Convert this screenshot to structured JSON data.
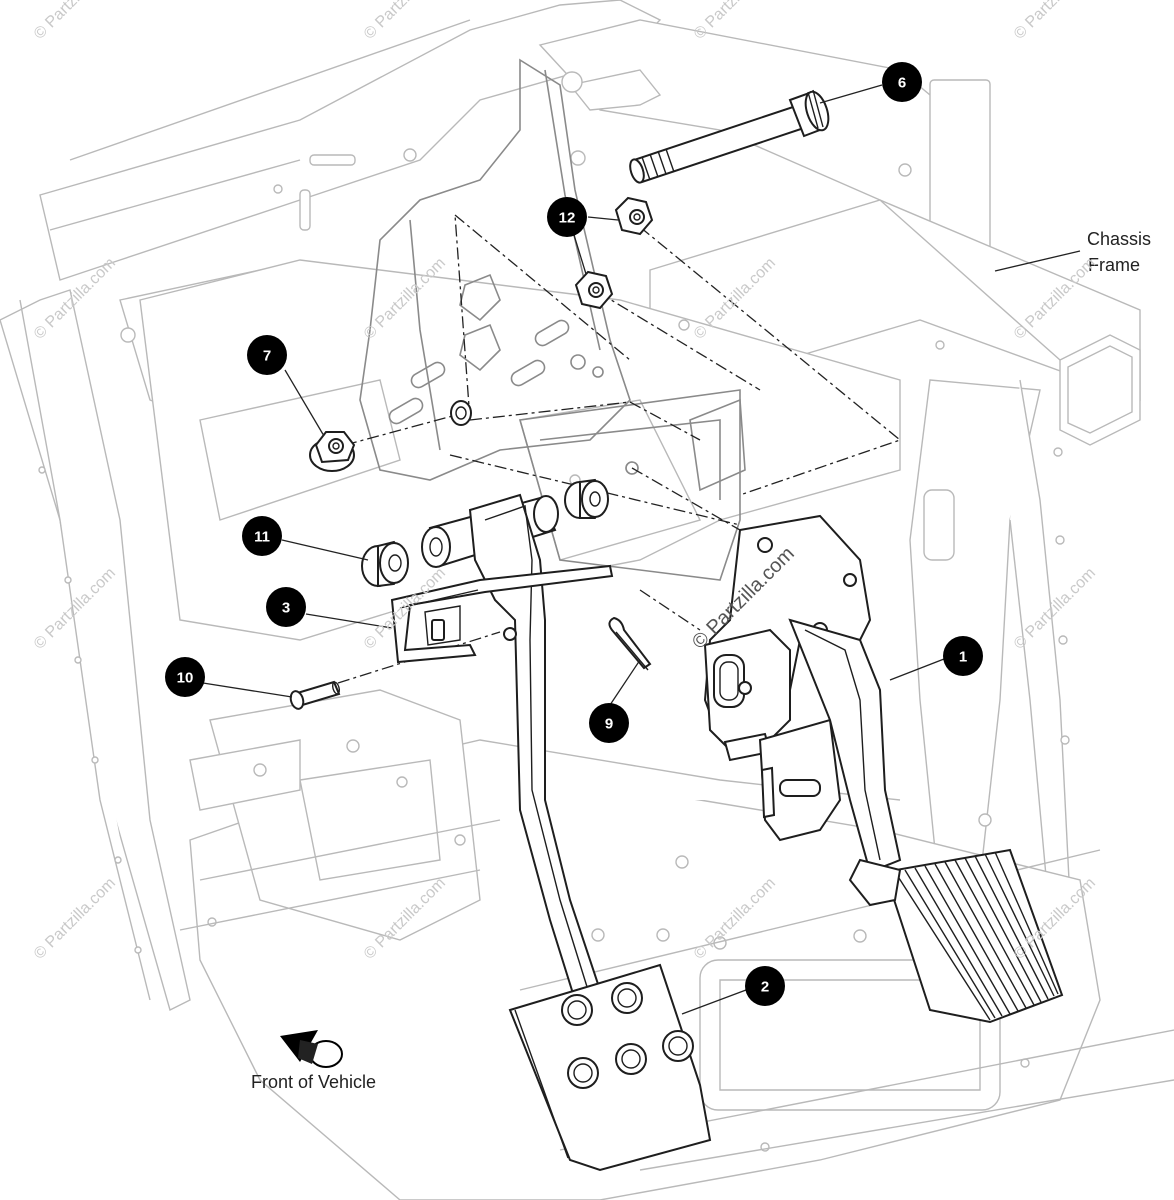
{
  "callouts": [
    {
      "id": "6",
      "label": "6"
    },
    {
      "id": "12",
      "label": "12"
    },
    {
      "id": "7",
      "label": "7"
    },
    {
      "id": "11",
      "label": "11"
    },
    {
      "id": "3",
      "label": "3"
    },
    {
      "id": "10",
      "label": "10"
    },
    {
      "id": "9",
      "label": "9"
    },
    {
      "id": "1",
      "label": "1"
    },
    {
      "id": "2",
      "label": "2"
    }
  ],
  "labels": {
    "chassis_frame_line1": "Chassis",
    "chassis_frame_line2": "Frame",
    "front_of_vehicle": "Front of Vehicle"
  },
  "watermark": "© Partzilla.com",
  "colors": {
    "callout_fill": "#000000",
    "callout_text": "#ffffff",
    "line_art": "#1e1e1e",
    "background_frame": "#b9b9b9",
    "watermark": "#c9c9c9"
  }
}
